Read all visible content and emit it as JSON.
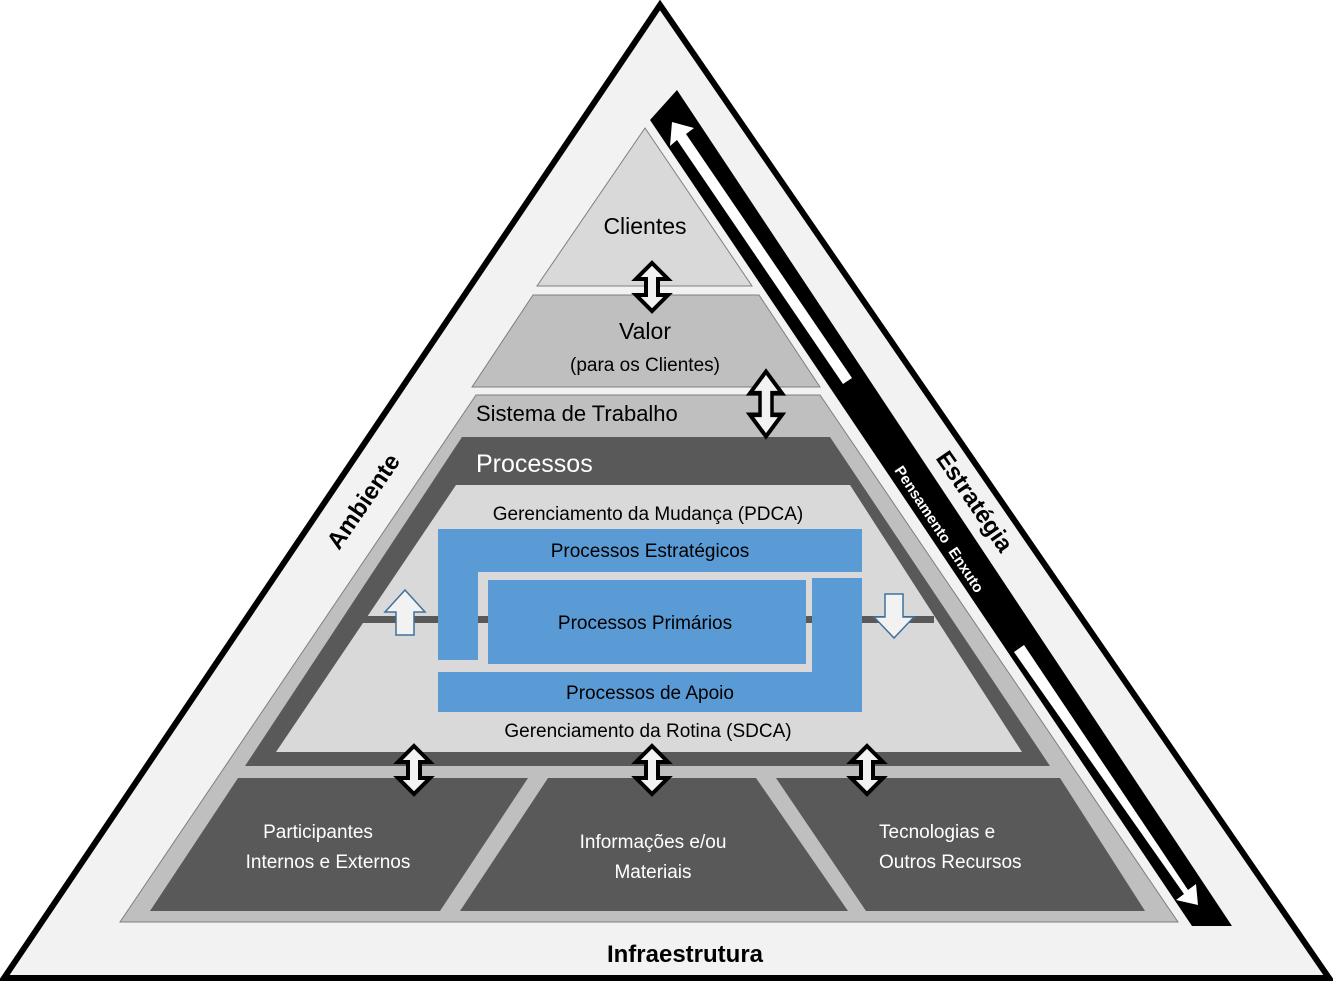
{
  "diagram": {
    "outer_labels": {
      "left": "Ambiente",
      "right": "Estratégia",
      "bottom": "Infraestrutura",
      "side_bar": "Pensamento  Enxuto"
    },
    "levels": {
      "clients": "Clientes",
      "value_title": "Valor",
      "value_subtitle": "(para os Clientes)",
      "work_system": "Sistema de Trabalho",
      "processes": "Processos"
    },
    "process_area": {
      "change_management": "Gerenciamento da Mudança (PDCA)",
      "strategic": "Processos Estratégicos",
      "primary": "Processos Primários",
      "support": "Processos de Apoio",
      "routine_management": "Gerenciamento da Rotina (SDCA)"
    },
    "resources": [
      {
        "line1": "Participantes",
        "line2": "Internos e Externos"
      },
      {
        "line1": "Informações e/ou",
        "line2": "Materiais"
      },
      {
        "line1": "Tecnologias  e",
        "line2": "Outros Recursos"
      }
    ],
    "colors": {
      "outer_fill": "#f2f2f2",
      "light_gray": "#d9d9d9",
      "mid_gray": "#bfbfbf",
      "dark_gray": "#595959",
      "blue": "#5b9bd5",
      "black": "#000000"
    }
  }
}
